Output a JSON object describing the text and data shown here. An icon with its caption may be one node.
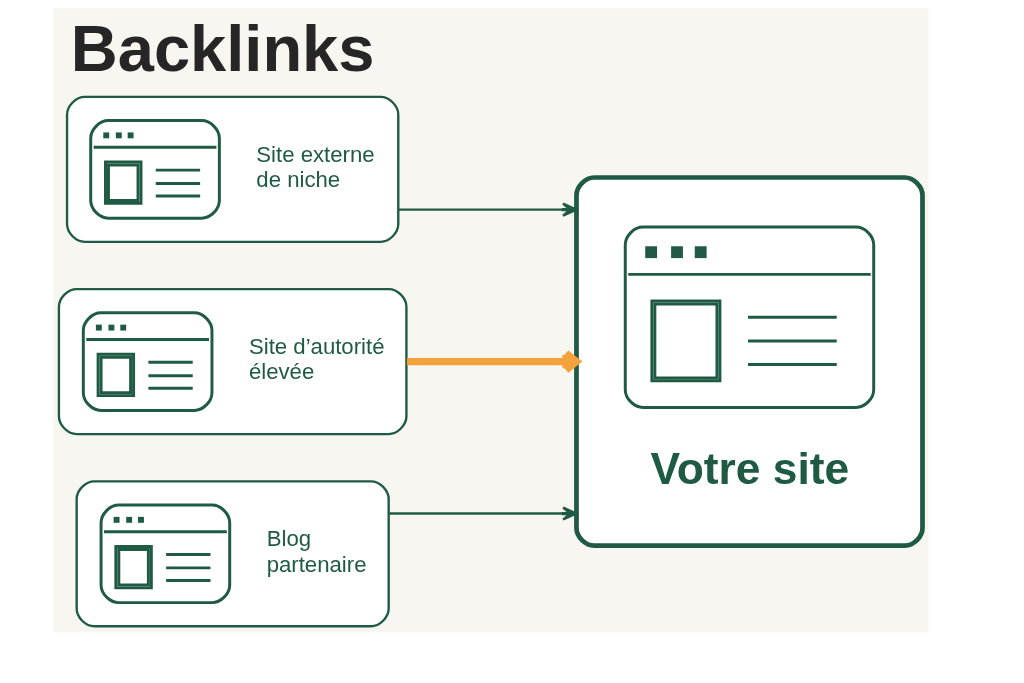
{
  "diagram": {
    "title": "Backlinks",
    "nodes": [
      {
        "text": [
          "Site externe de niche"
        ]
      },
      {
        "text": [
          "Site d’autorité élevée"
        ]
      },
      {
        "text": [
          "Blog partenaire"
        ]
      },
      {
        "text": [
          "Votre site"
        ]
      }
    ],
    "edges": [
      {
        "from": 0,
        "to": 3,
        "arrow": "to"
      },
      {
        "from": 1,
        "to": 3,
        "arrow": "to",
        "style": "thick",
        "color": "#f4a23c"
      },
      {
        "from": 2,
        "to": 3,
        "arrow": "to"
      }
    ]
  }
}
